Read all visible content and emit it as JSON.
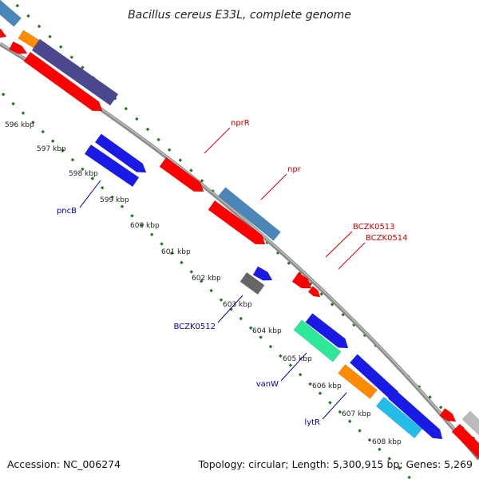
{
  "title": "Bacillus cereus E33L, complete genome",
  "footer": {
    "accession": "Accession: NC_006274",
    "topology": "Topology: circular; Length: 5,300,915 bp; Genes: 5,269"
  },
  "colors": {
    "backbone": "#8c8c8c",
    "tick": "#1e7a1e",
    "label_red": "#cc0000",
    "label_blue": "#0000aa"
  },
  "kbp_ticks": [
    {
      "label": "596 kbp",
      "kb": 596
    },
    {
      "label": "597 kbp",
      "kb": 597
    },
    {
      "label": "598 kbp",
      "kb": 598
    },
    {
      "label": "599 kbp",
      "kb": 599
    },
    {
      "label": "600 kbp",
      "kb": 600
    },
    {
      "label": "601 kbp",
      "kb": 601
    },
    {
      "label": "602 kbp",
      "kb": 602
    },
    {
      "label": "603 kbp",
      "kb": 603
    },
    {
      "label": "604 kbp",
      "kb": 604
    },
    {
      "label": "605 kbp",
      "kb": 605
    },
    {
      "label": "606 kbp",
      "kb": 606
    },
    {
      "label": "607 kbp",
      "kb": 607
    },
    {
      "label": "608 kbp",
      "kb": 608
    }
  ],
  "gene_labels": [
    {
      "name": "nprR",
      "color": "#cc0000"
    },
    {
      "name": "npr",
      "color": "#cc0000"
    },
    {
      "name": "BCZK0513",
      "color": "#cc0000"
    },
    {
      "name": "BCZK0514",
      "color": "#cc0000"
    },
    {
      "name": "pncB",
      "color": "#0000aa"
    },
    {
      "name": "BCZK0512",
      "color": "#0000aa"
    },
    {
      "name": "vanW",
      "color": "#0000aa"
    },
    {
      "name": "lytR",
      "color": "#0000aa"
    }
  ],
  "genes": [
    {
      "id": "g0",
      "color": "#4a86b8"
    },
    {
      "id": "g1",
      "color": "#ff0000"
    },
    {
      "id": "g2",
      "color": "#ff8c00"
    },
    {
      "id": "g3",
      "color": "#ff0000"
    },
    {
      "id": "g4",
      "color": "#4b4890"
    },
    {
      "id": "g5",
      "color": "#ff0000"
    },
    {
      "id": "g6",
      "color": "#1a1ae6"
    },
    {
      "id": "g7",
      "color": "#1a1ae6"
    },
    {
      "id": "g8",
      "color": "#ff0000"
    },
    {
      "id": "g9",
      "color": "#4a86b8"
    },
    {
      "id": "g10",
      "color": "#ff0000"
    },
    {
      "id": "g11",
      "color": "#1a1ae6"
    },
    {
      "id": "g12",
      "color": "#666666"
    },
    {
      "id": "g13",
      "color": "#ff0000"
    },
    {
      "id": "g14",
      "color": "#ff0000"
    },
    {
      "id": "g15",
      "color": "#1a1ae6"
    },
    {
      "id": "g16",
      "color": "#2ee89a"
    },
    {
      "id": "g17",
      "color": "#1a1ae6"
    },
    {
      "id": "g18",
      "color": "#ff8c00"
    },
    {
      "id": "g19",
      "color": "#1a1ae6"
    },
    {
      "id": "g20",
      "color": "#22bde8"
    },
    {
      "id": "g21",
      "color": "#ff0000"
    },
    {
      "id": "g22",
      "color": "#bbbbbb"
    },
    {
      "id": "g23",
      "color": "#ff0000"
    }
  ]
}
